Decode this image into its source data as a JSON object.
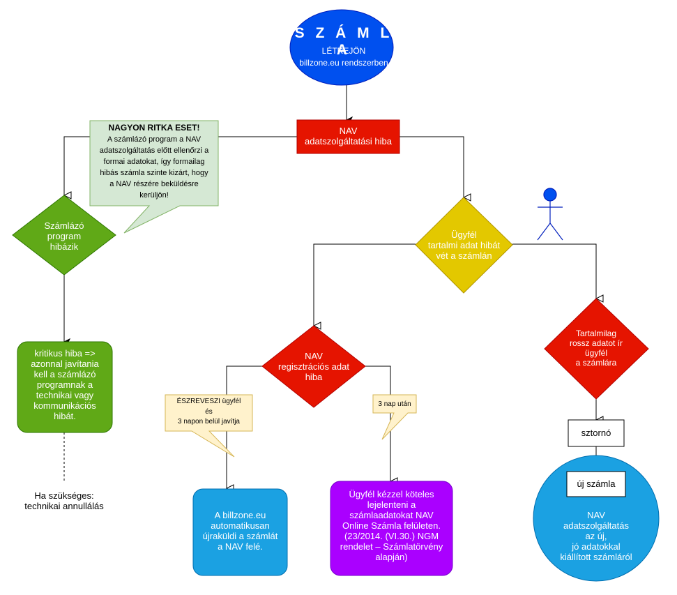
{
  "start": {
    "title": "S Z Á M L A",
    "line1": "LÉTREJÖN",
    "line2": "billzone.eu rendszerben"
  },
  "nav_error": {
    "line1": "NAV",
    "line2": "adatszolgáltatási hiba"
  },
  "rare_note": {
    "title": "NAGYON RITKA ESET!",
    "lines": [
      "A számlázó program a NAV",
      "adatszolgáltatás előtt ellenőrzi a",
      "formai adatokat, így formailag",
      "hibás számla szinte kizárt, hogy",
      "a NAV részére beküldésre",
      "kerüljön!"
    ]
  },
  "program_error": {
    "lines": [
      "Számlázó",
      "program",
      "hibázik"
    ]
  },
  "critical": {
    "lines": [
      "kritikus hiba =>",
      "azonnal javítania",
      "kell a számlázó",
      "programnak a",
      "technikai vagy",
      "kommunikációs",
      "hibát."
    ]
  },
  "annul": {
    "line1": "Ha szükséges:",
    "line2": "technikai annullálás"
  },
  "customer_error": {
    "lines": [
      "Ügyfél",
      "tartalmi adat hibát",
      "vét a számlán"
    ]
  },
  "registration_error": {
    "lines": [
      "NAV",
      "regisztrációs adat",
      "hiba"
    ]
  },
  "notice_note": {
    "lines": [
      "ÉSZREVESZI ügyfél",
      "és",
      "3 napon belül javítja"
    ]
  },
  "after_note": {
    "text": "3 nap után"
  },
  "resend": {
    "lines": [
      "A billzone.eu",
      "automatikusan",
      "újraküldi a számlát",
      "a NAV felé."
    ]
  },
  "manual": {
    "lines": [
      "Ügyfél kézzel köteles",
      "lejelenteni a",
      "számlaadatokat NAV",
      "Online Számla felületen.",
      "(23/2014. (VI.30.) NGM",
      "rendelet – Számlatörvény",
      "alapján)"
    ]
  },
  "wrong_data": {
    "lines": [
      "Tartalmilag",
      "rossz adatot ír",
      "ügyfél",
      "a számlára"
    ]
  },
  "storno": {
    "text": "sztornó"
  },
  "new_invoice": {
    "text": "új számla"
  },
  "final": {
    "lines": [
      "NAV",
      "adatszolgáltatás",
      "az új,",
      "jó adatokkal",
      "kiállított számláról"
    ]
  },
  "colors": {
    "start": "#0050ef",
    "red": "#e51400",
    "green": "#60a917",
    "yellow": "#e3c800",
    "blue": "#1ba1e2",
    "purple": "#aa00ff",
    "note_green": "#d5e8d4",
    "note_yellow": "#fff2cc"
  }
}
